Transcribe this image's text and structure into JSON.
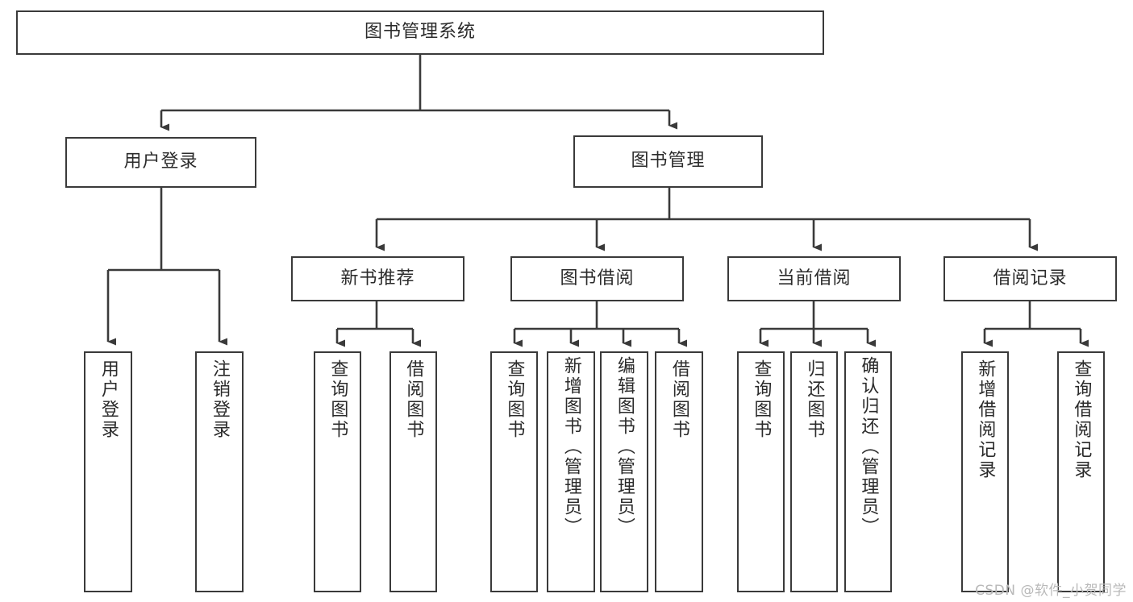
{
  "diagram": {
    "title": "图书管理系统",
    "type": "tree-hierarchy-diagram",
    "watermark": "CSDN @软件_小贺同学",
    "colors": {
      "stroke": "#3a3a3a",
      "box_fill": "#ffffff",
      "text": "#2b2b2b",
      "watermark": "#b9b9b9",
      "background": "#ffffff"
    },
    "root": {
      "label": "图书管理系统"
    },
    "level1": [
      {
        "id": "user-login",
        "label": "用户登录"
      },
      {
        "id": "book-management",
        "label": "图书管理"
      }
    ],
    "level2": [
      {
        "id": "new-book-recommend",
        "label": "新书推荐",
        "parent": "book-management"
      },
      {
        "id": "book-borrow",
        "label": "图书借阅",
        "parent": "book-management"
      },
      {
        "id": "current-borrow",
        "label": "当前借阅",
        "parent": "book-management"
      },
      {
        "id": "borrow-record",
        "label": "借阅记录",
        "parent": "book-management"
      }
    ],
    "leaves": {
      "user-login": [
        {
          "id": "leaf-user-login",
          "label": "用户登录"
        },
        {
          "id": "leaf-user-logout",
          "label": "注销登录"
        }
      ],
      "new-book-recommend": [
        {
          "id": "leaf-query-book-1",
          "label": "查询图书"
        },
        {
          "id": "leaf-borrow-book-1",
          "label": "借阅图书"
        }
      ],
      "book-borrow": [
        {
          "id": "leaf-query-book-2",
          "label": "查询图书"
        },
        {
          "id": "leaf-add-book",
          "label": "新增图书（管理员）"
        },
        {
          "id": "leaf-edit-book",
          "label": "编辑图书（管理员）"
        },
        {
          "id": "leaf-borrow-book-2",
          "label": "借阅图书"
        }
      ],
      "current-borrow": [
        {
          "id": "leaf-query-book-3",
          "label": "查询图书"
        },
        {
          "id": "leaf-return-book",
          "label": "归还图书"
        },
        {
          "id": "leaf-confirm-return",
          "label": "确认归还（管理员）"
        }
      ],
      "borrow-record": [
        {
          "id": "leaf-add-record",
          "label": "新增借阅记录"
        },
        {
          "id": "leaf-query-record",
          "label": "查询借阅记录"
        }
      ]
    }
  }
}
